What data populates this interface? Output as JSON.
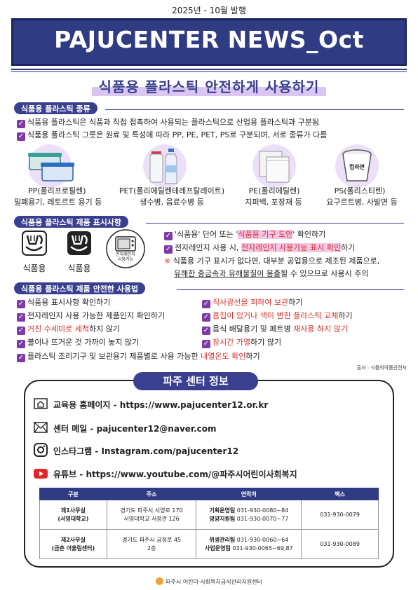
{
  "issue_date": "2025년 - 10월 발행",
  "banner_title": "PAJUCENTER NEWS_Oct",
  "headline": "식품용 플라스틱 안전하게 사용하기",
  "sec1": {
    "tag": "식품용 플라스틱 종류",
    "lines": [
      "식품용 플라스틱은 식품과 직접 접촉하여 사용되는 플라스틱으로 산업용 플라스틱과 구분됨",
      "식품용 플라스틱 그릇은 원료 및 특성에 따라 PP, PE, PET, PS로 구분되며, 서로 종류가 다름"
    ],
    "types": [
      {
        "name": "PP(폴리프로필렌)",
        "use": "밀폐용기, 레토르트 용기 등"
      },
      {
        "name": "PET(폴리에틸렌테레프탈레이트)",
        "use": "생수병, 음료수병 등"
      },
      {
        "name": "PE(폴리에틸렌)",
        "use": "지퍼백, 포장재 등"
      },
      {
        "name": "PS(폴리스티렌)",
        "use": "요구르트병, 사발면 등"
      }
    ],
    "cup_label": "컵라면"
  },
  "sec2": {
    "tag": "식품용 플라스틱 제품 표시사항",
    "mark1": "식품용",
    "mark2": "식품용",
    "microwave_label_1": "전자레인지",
    "microwave_label_2": "사용가능",
    "l1_a": "'식품용' 단어 또는 '",
    "l1_b": "식품용 기구 도안",
    "l1_c": "' 확인하기",
    "l2_a": "전자레인지 사용 시, ",
    "l2_b": "전자레인지 사용가능 표시 확인",
    "l2_c": "하기",
    "l3_mark": "※",
    "l3_a": " 식품용 기구 표시가 없다면, 대부분 공업용으로 제조된 제품으로,",
    "l4_a": "유해한 중금속과 유해물질이 용출",
    "l4_b": "될 수 있으므로 사용시 주의"
  },
  "sec3": {
    "tag": "식품용 플라스틱 제품 안전한 사용법",
    "left1": "식품용 표시사항 확인하기",
    "left2": "전자레인지 사용 가능한 제품인지 확인하기",
    "left3_a": "거친 수세미로 세척",
    "left3_b": "하지 않기",
    "left4": "불이나 뜨거운 것 가까이 놓지 않기",
    "left5_a": "플라스틱 조리기구 및 보관용기 제품별로 사용 가능한 ",
    "left5_b": "내열온도 확인",
    "left5_c": "하기",
    "right1_a": "직사광선을 피하여 보관",
    "right1_b": "하기",
    "right2_a": "흠집이 있거나 색이 변한 플라스틱 교체",
    "right2_b": "하기",
    "right3_a": "음식 배달용기 및 페트병 ",
    "right3_b": "재사용 하지 않기",
    "right4_a": "장시간 가열",
    "right4_b": "하기 않기"
  },
  "source_note": "출처 : 식품의약품안전처",
  "info": {
    "title": "파주 센터 정보",
    "homepage": "교육용 홈페이지 - https://www.pajucenter12.or.kr",
    "email": "센터 메일 - pajucenter12@naver.com",
    "instagram": "인스타그램 - Instagram.com/pajucenter12",
    "youtube": "유튜브 - https://www.youtube.com/@파주시어린이사회복지"
  },
  "table": {
    "headers": [
      "구분",
      "주소",
      "연락처",
      "팩스"
    ],
    "rows": [
      {
        "name_1": "제1사무실",
        "name_2": "(서영대학교)",
        "addr_1": "경기도 파주시 서영로 170",
        "addr_2": "서영대학교 서정관 126",
        "c1_label": "기획운영팀",
        "c1_num": " 031-930-0080~84",
        "c2_label": "영양지원팀",
        "c2_num": " 031-930-0070~77",
        "fax": "031-930-0079"
      },
      {
        "name_1": "제2사무실",
        "name_2": "(금촌 어울림센터)",
        "addr_1": "경기도 파주시 금정로 45",
        "addr_2": "2층",
        "c1_label": "위생관리팀",
        "c1_num": " 031-930-0060~64",
        "c2_label": "사업운영팀",
        "c2_num": " 031-930-0065~69,87",
        "fax": "031-930-0089"
      }
    ]
  },
  "footer": "파주시 어린이·사회복지급식관리지원센터",
  "colors": {
    "navy": "#2f3b82",
    "purple": "#7e3aa8",
    "red": "#d8332a",
    "highlight": "#f3c6e8",
    "youtube": "#e3262a"
  }
}
